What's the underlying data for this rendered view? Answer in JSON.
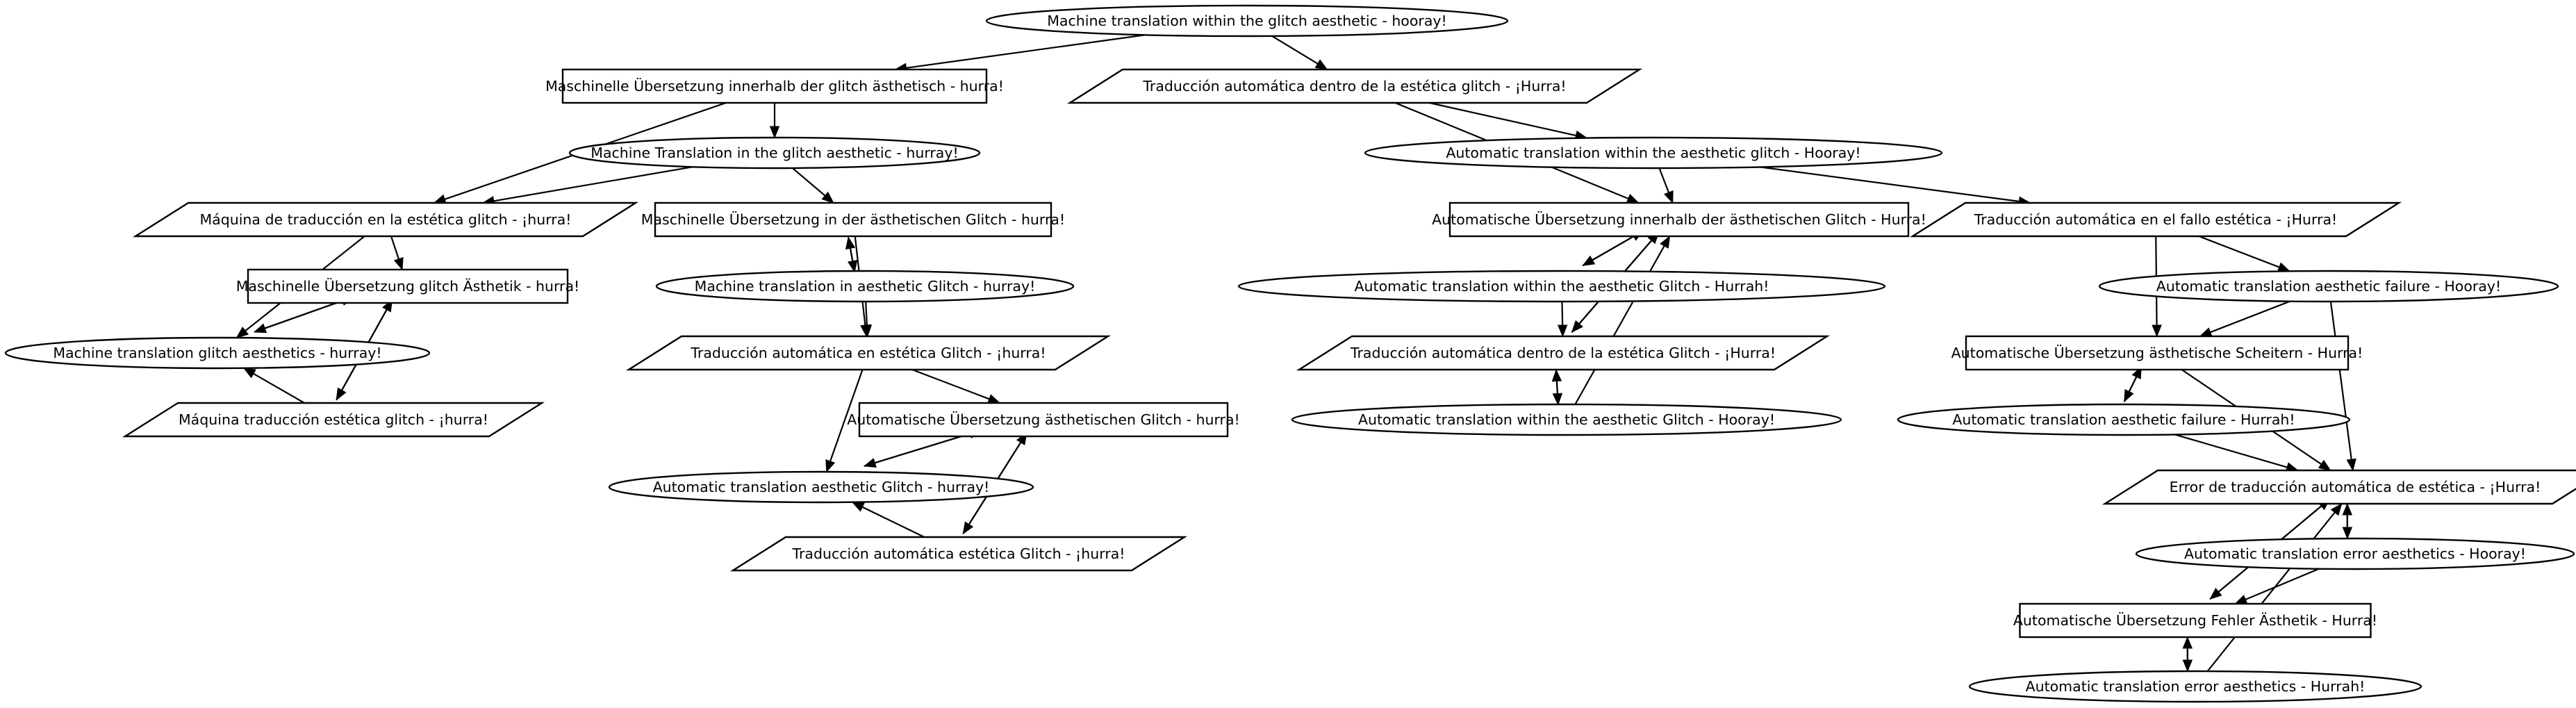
{
  "diagram": {
    "nodes": [
      {
        "id": "n0",
        "shape": "ellipse",
        "label": "Machine translation within the glitch aesthetic - hooray!"
      },
      {
        "id": "n1",
        "shape": "box",
        "label": "Maschinelle Übersetzung innerhalb der glitch ästhetisch - hurra!"
      },
      {
        "id": "n2",
        "shape": "parallelogram",
        "label": "Traducción automática dentro de la estética glitch - ¡Hurra!"
      },
      {
        "id": "n3",
        "shape": "ellipse",
        "label": "Machine Translation in the glitch aesthetic - hurray!"
      },
      {
        "id": "n4",
        "shape": "parallelogram",
        "label": "Máquina de traducción en la estética glitch - ¡hurra!"
      },
      {
        "id": "n5",
        "shape": "box",
        "label": "Maschinelle Übersetzung in der ästhetischen Glitch - hurra!"
      },
      {
        "id": "n6",
        "shape": "box",
        "label": "Maschinelle Übersetzung glitch Ästhetik - hurra!"
      },
      {
        "id": "n7",
        "shape": "ellipse",
        "label": "Machine translation glitch aesthetics - hurray!"
      },
      {
        "id": "n8",
        "shape": "parallelogram",
        "label": "Máquina traducción estética glitch - ¡hurra!"
      },
      {
        "id": "n9",
        "shape": "ellipse",
        "label": "Machine translation in aesthetic Glitch - hurray!"
      },
      {
        "id": "n10",
        "shape": "parallelogram",
        "label": "Traducción automática en estética Glitch - ¡hurra!"
      },
      {
        "id": "n11",
        "shape": "box",
        "label": "Automatische Übersetzung ästhetischen Glitch - hurra!"
      },
      {
        "id": "n12",
        "shape": "ellipse",
        "label": "Automatic translation aesthetic Glitch - hurray!"
      },
      {
        "id": "n13",
        "shape": "parallelogram",
        "label": "Traducción automática estética Glitch - ¡hurra!"
      },
      {
        "id": "n14",
        "shape": "ellipse",
        "label": "Automatic translation within the aesthetic glitch - Hooray!"
      },
      {
        "id": "n15",
        "shape": "box",
        "label": "Automatische Übersetzung innerhalb der ästhetischen Glitch - Hurra!"
      },
      {
        "id": "n16",
        "shape": "parallelogram",
        "label": "Traducción automática en el fallo estética - ¡Hurra!"
      },
      {
        "id": "n17",
        "shape": "ellipse",
        "label": "Automatic translation within the aesthetic Glitch - Hurrah!"
      },
      {
        "id": "n18",
        "shape": "parallelogram",
        "label": "Traducción automática dentro de la estética Glitch - ¡Hurra!"
      },
      {
        "id": "n19",
        "shape": "ellipse",
        "label": "Automatic translation within the aesthetic Glitch - Hooray!"
      },
      {
        "id": "n20",
        "shape": "ellipse",
        "label": "Automatic translation aesthetic failure - Hooray!"
      },
      {
        "id": "n21",
        "shape": "box",
        "label": "Automatische Übersetzung ästhetische Scheitern - Hurra!"
      },
      {
        "id": "n22",
        "shape": "ellipse",
        "label": "Automatic translation aesthetic failure - Hurrah!"
      },
      {
        "id": "n23",
        "shape": "parallelogram",
        "label": "Error de traducción automática de estética - ¡Hurra!"
      },
      {
        "id": "n24",
        "shape": "ellipse",
        "label": "Automatic translation error aesthetics - Hooray!"
      },
      {
        "id": "n25",
        "shape": "box",
        "label": "Automatische Übersetzung Fehler Ästhetik - Hurra!"
      },
      {
        "id": "n26",
        "shape": "ellipse",
        "label": "Automatic translation error aesthetics - Hurrah!"
      }
    ],
    "edges": [
      {
        "from": "n0",
        "to": "n1"
      },
      {
        "from": "n0",
        "to": "n2"
      },
      {
        "from": "n1",
        "to": "n3"
      },
      {
        "from": "n1",
        "to": "n4"
      },
      {
        "from": "n3",
        "to": "n4"
      },
      {
        "from": "n3",
        "to": "n5"
      },
      {
        "from": "n4",
        "to": "n6"
      },
      {
        "from": "n4",
        "to": "n7"
      },
      {
        "from": "n6",
        "to": "n7"
      },
      {
        "from": "n7",
        "to": "n6"
      },
      {
        "from": "n6",
        "to": "n8"
      },
      {
        "from": "n8",
        "to": "n6"
      },
      {
        "from": "n8",
        "to": "n7"
      },
      {
        "from": "n5",
        "to": "n9"
      },
      {
        "from": "n9",
        "to": "n5"
      },
      {
        "from": "n5",
        "to": "n10"
      },
      {
        "from": "n9",
        "to": "n10"
      },
      {
        "from": "n10",
        "to": "n11"
      },
      {
        "from": "n10",
        "to": "n12"
      },
      {
        "from": "n11",
        "to": "n12"
      },
      {
        "from": "n12",
        "to": "n11"
      },
      {
        "from": "n11",
        "to": "n13"
      },
      {
        "from": "n13",
        "to": "n11"
      },
      {
        "from": "n13",
        "to": "n12"
      },
      {
        "from": "n2",
        "to": "n14"
      },
      {
        "from": "n2",
        "to": "n15"
      },
      {
        "from": "n14",
        "to": "n15"
      },
      {
        "from": "n14",
        "to": "n16"
      },
      {
        "from": "n15",
        "to": "n17"
      },
      {
        "from": "n17",
        "to": "n15"
      },
      {
        "from": "n15",
        "to": "n18"
      },
      {
        "from": "n18",
        "to": "n15"
      },
      {
        "from": "n17",
        "to": "n18"
      },
      {
        "from": "n18",
        "to": "n19"
      },
      {
        "from": "n19",
        "to": "n18"
      },
      {
        "from": "n19",
        "to": "n15"
      },
      {
        "from": "n16",
        "to": "n20"
      },
      {
        "from": "n16",
        "to": "n21"
      },
      {
        "from": "n20",
        "to": "n21"
      },
      {
        "from": "n20",
        "to": "n23"
      },
      {
        "from": "n21",
        "to": "n22"
      },
      {
        "from": "n22",
        "to": "n21"
      },
      {
        "from": "n21",
        "to": "n23"
      },
      {
        "from": "n22",
        "to": "n23"
      },
      {
        "from": "n23",
        "to": "n24"
      },
      {
        "from": "n24",
        "to": "n23"
      },
      {
        "from": "n23",
        "to": "n25"
      },
      {
        "from": "n25",
        "to": "n23"
      },
      {
        "from": "n24",
        "to": "n25"
      },
      {
        "from": "n25",
        "to": "n26"
      },
      {
        "from": "n26",
        "to": "n25"
      },
      {
        "from": "n26",
        "to": "n23"
      }
    ]
  }
}
